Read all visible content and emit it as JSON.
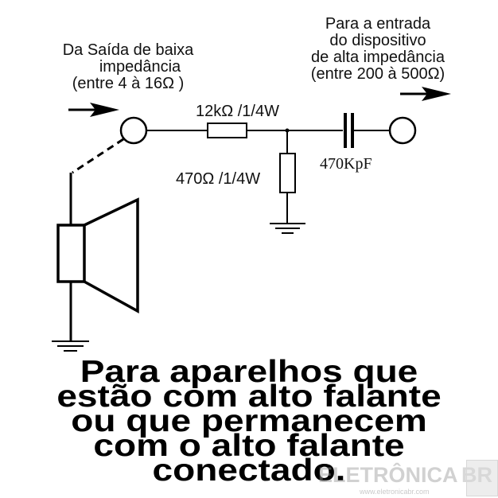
{
  "input_label": {
    "line1": "Da Saída de baixa",
    "line2": "impedância",
    "line3": "(entre 4 à 16Ω )"
  },
  "output_label": {
    "line1": "Para a entrada",
    "line2": "do dispositivo",
    "line3": "de alta impedância",
    "line4": "(entre 200 à 500Ω)"
  },
  "components": {
    "series_resistor": "12kΩ /1/4W",
    "shunt_resistor": "470Ω /1/4W",
    "capacitor": "470KpF"
  },
  "caption": {
    "line1": "Para aparelhos que",
    "line2": "estão com alto falante",
    "line3": "ou que permanecem",
    "line4": "com o alto falante",
    "line5": "conectado."
  },
  "watermark": {
    "brand": "ELETRÔNICA",
    "brand_suffix": "BR",
    "url": "www.eletronicabr.com"
  },
  "colors": {
    "ink": "#000000",
    "background": "#ffffff",
    "watermark": "#9a9a9a"
  }
}
